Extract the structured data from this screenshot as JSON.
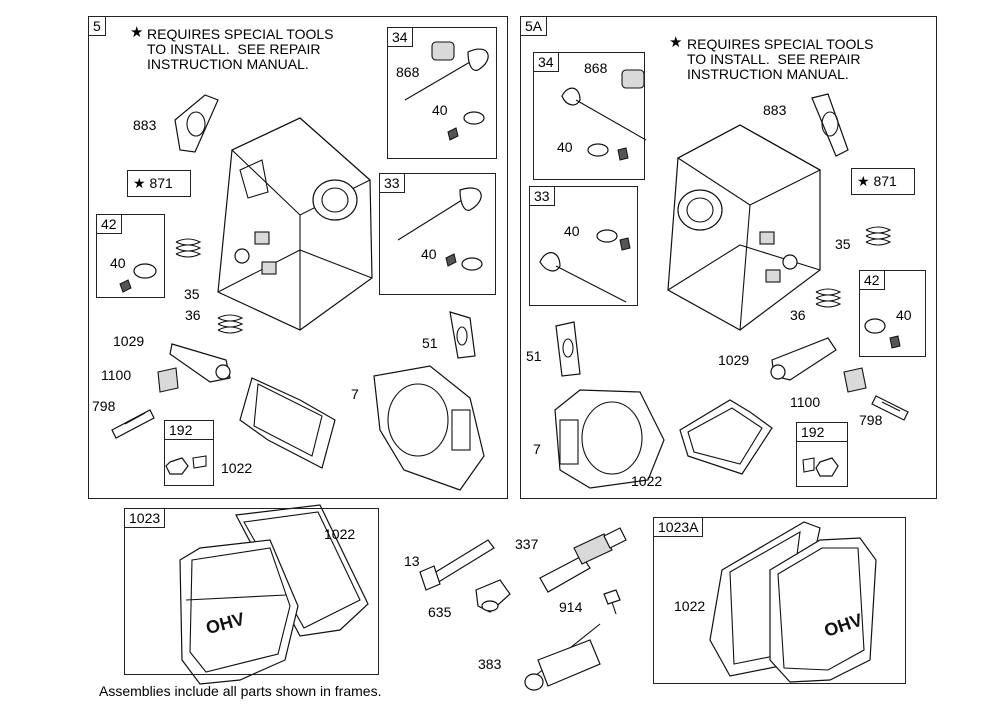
{
  "panels": {
    "p5": {
      "tag": "5"
    },
    "p5a": {
      "tag": "5A"
    },
    "p1023": {
      "tag": "1023"
    },
    "p1023a": {
      "tag": "1023A"
    }
  },
  "notes": {
    "special_tools": "REQUIRES SPECIAL TOOLS\nTO INSTALL.  SEE REPAIR\nINSTRUCTION MANUAL.",
    "star_symbol": "★",
    "footer": "Assemblies include all parts shown in frames."
  },
  "subframes": {
    "left_34": "34",
    "left_33": "33",
    "left_42": "42",
    "left_192": "192",
    "left_871": "871",
    "right_34": "34",
    "right_33": "33",
    "right_42": "42",
    "right_192": "192",
    "right_871": "871"
  },
  "labels": {
    "left": {
      "l883": "883",
      "l868": "868",
      "l40a": "40",
      "l40b": "40",
      "l40c": "40",
      "l35": "35",
      "l36": "36",
      "l1029": "1029",
      "l1100": "1100",
      "l798": "798",
      "l1022": "1022",
      "l51": "51",
      "l7": "7"
    },
    "right": {
      "l868": "868",
      "l883": "883",
      "l40a": "40",
      "l40b": "40",
      "l40c": "40",
      "l35": "35",
      "l36": "36",
      "l51": "51",
      "l1029": "1029",
      "l1100": "1100",
      "l798": "798",
      "l7": "7",
      "l1022": "1022"
    },
    "bottom": {
      "l1022a": "1022",
      "l13": "13",
      "l337": "337",
      "l635": "635",
      "l914": "914",
      "l383": "383",
      "l1022b": "1022"
    }
  },
  "emblem_text": "OHV"
}
